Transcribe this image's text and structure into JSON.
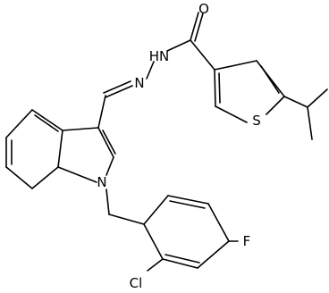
{
  "atoms": {
    "O": "O",
    "HN": "HN",
    "N_hydrazone": "N",
    "N_indole": "N",
    "S": "S",
    "Cl": "Cl",
    "F": "F"
  }
}
